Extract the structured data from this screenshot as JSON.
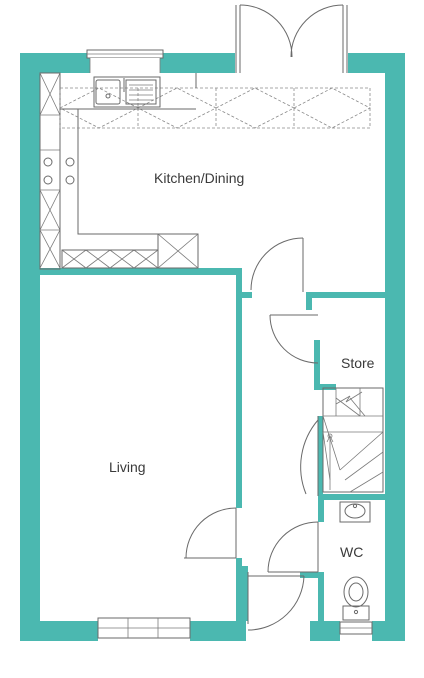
{
  "rooms": {
    "kitchen_dining": "Kitchen/Dining",
    "living": "Living",
    "store": "Store",
    "wc": "WC"
  },
  "colors": {
    "wall": "#4bb8b0",
    "fixture_line": "#6a6a6a",
    "text": "#3a3a3a"
  }
}
